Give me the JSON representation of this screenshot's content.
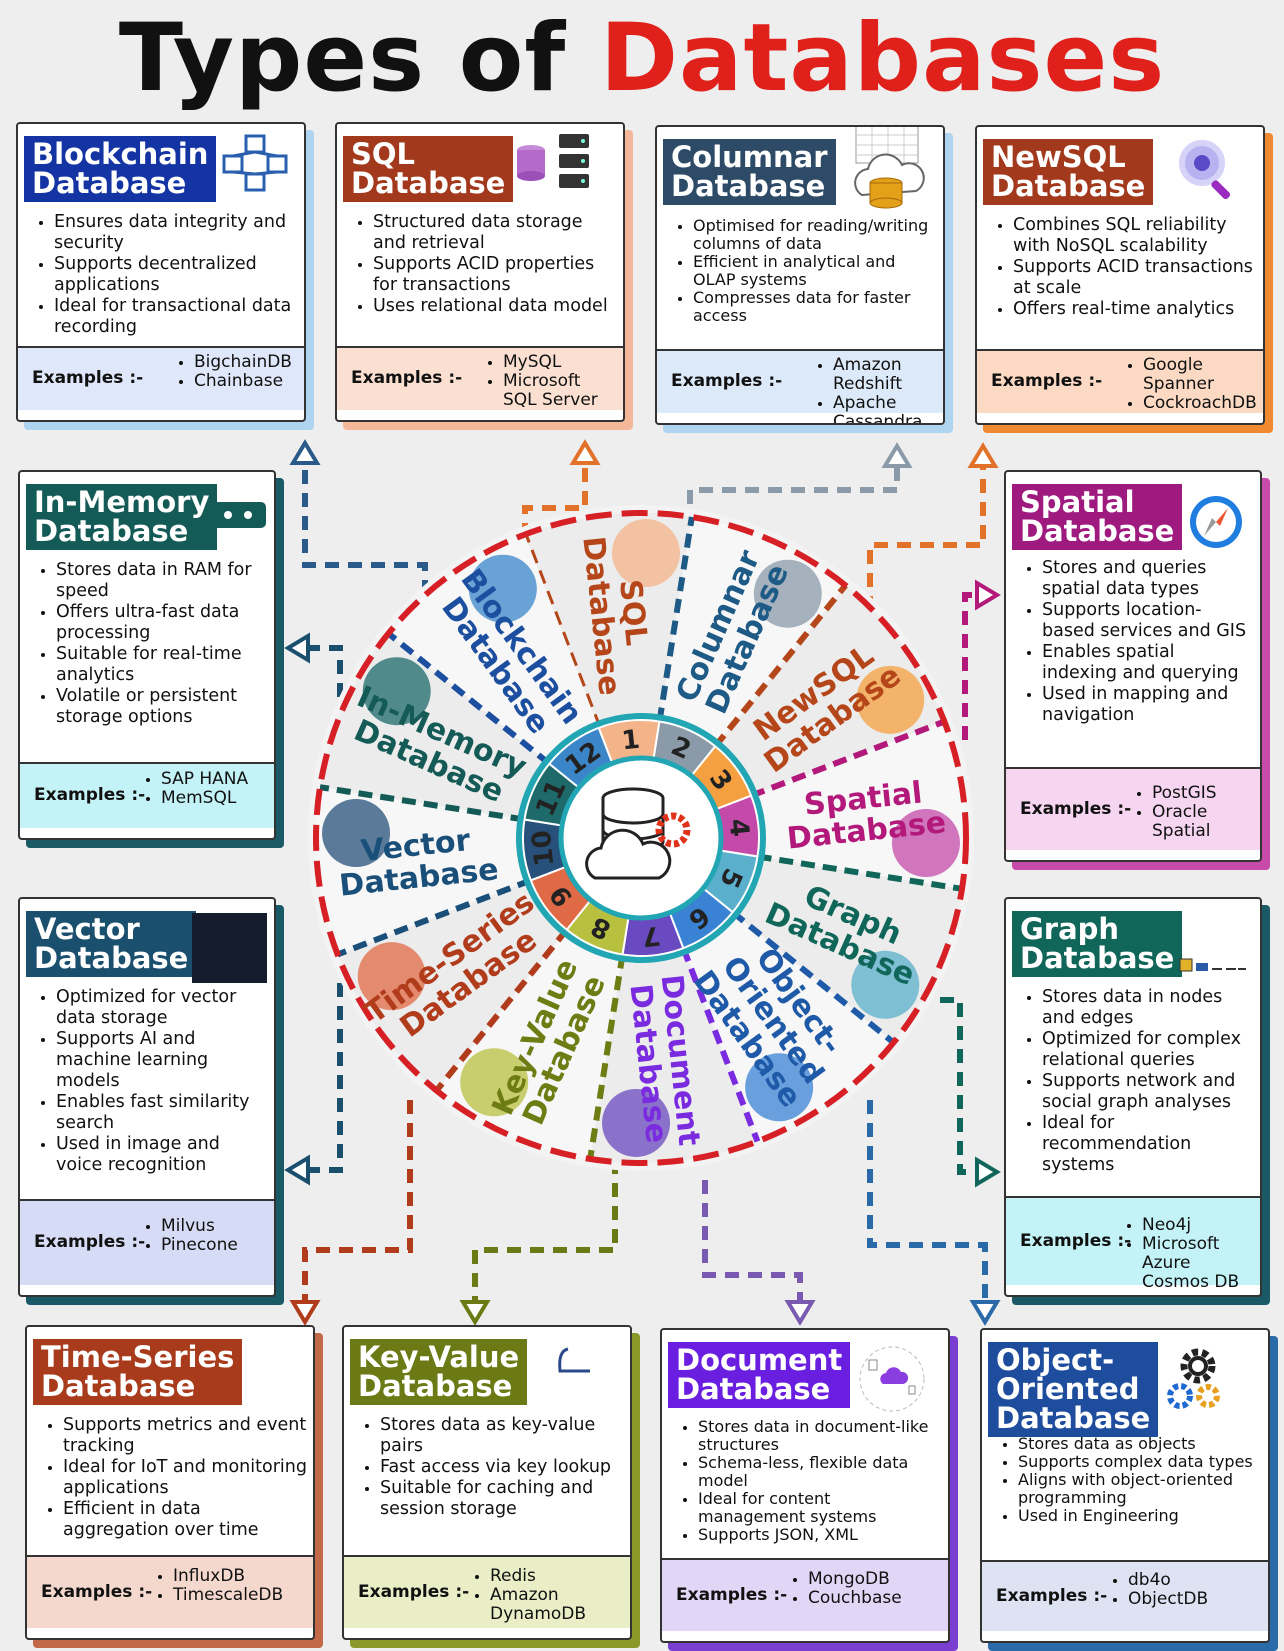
{
  "title": {
    "part1": "Types of",
    "part2": "Databases"
  },
  "examples_label": "Examples :-",
  "center_icon": "database-cloud-gear-icon",
  "colors": {
    "title_accent": "#e0201b",
    "ring": "#d62026",
    "inner_ring": "#22a6b3"
  },
  "wheel": [
    {
      "num": "1",
      "label1": "SQL",
      "label2": "Database",
      "color": "#b5461a"
    },
    {
      "num": "2",
      "label1": "Columnar",
      "label2": "Database",
      "color": "#1e5a86"
    },
    {
      "num": "3",
      "label1": "NewSQL",
      "label2": "Database",
      "color": "#b5461a"
    },
    {
      "num": "4",
      "label1": "Spatial",
      "label2": "Database",
      "color": "#b3197a"
    },
    {
      "num": "5",
      "label1": "Graph",
      "label2": "Database",
      "color": "#11665a"
    },
    {
      "num": "6",
      "label1": "Object-",
      "label2": "Oriented",
      "label3": "Database",
      "color": "#1f5aa8"
    },
    {
      "num": "7",
      "label1": "Document",
      "label2": "Database",
      "color": "#7a2be0"
    },
    {
      "num": "8",
      "label1": "Key-Value",
      "label2": "Database",
      "color": "#6e7c14"
    },
    {
      "num": "9",
      "label1": "Time-Series",
      "label2": "Database",
      "color": "#b13c1c"
    },
    {
      "num": "10",
      "label1": "Vector",
      "label2": "Database",
      "color": "#1a4f7a"
    },
    {
      "num": "11",
      "label1": "In-Memory",
      "label2": "Database",
      "color": "#145a56"
    },
    {
      "num": "12",
      "label1": "Blockchain",
      "label2": "Database",
      "color": "#1d4fa0"
    }
  ],
  "cards": {
    "blockchain": {
      "title": "Blockchain\nDatabase",
      "icon": "blockchain-cubes-icon",
      "color": "#1434a4",
      "points": [
        "Ensures data integrity and security",
        "Supports decentralized applications",
        "Ideal for transactional data recording"
      ],
      "examples": [
        "BigchainDB",
        "Chainbase"
      ]
    },
    "sql": {
      "title": "SQL\nDatabase",
      "icon": "server-database-icon",
      "color": "#a3391c",
      "points": [
        "Structured data storage and retrieval",
        "Supports ACID properties for transactions",
        "Uses relational data model"
      ],
      "examples": [
        "MySQL",
        "Microsoft SQL Server"
      ]
    },
    "columnar": {
      "title": "Columnar\nDatabase",
      "icon": "columns-cloud-icon",
      "color": "#2d4a66",
      "points": [
        "Optimised for reading/writing columns of data",
        "Efficient in analytical and OLAP systems",
        "Compresses data for faster access"
      ],
      "examples": [
        "Amazon Redshift",
        "Apache Cassandra"
      ]
    },
    "newsql": {
      "title": "NewSQL\nDatabase",
      "icon": "magnifier-icon",
      "color": "#a3391c",
      "points": [
        "Combines SQL reliability with NoSQL scalability",
        "Supports ACID transactions at scale",
        "Offers real-time analytics"
      ],
      "examples": [
        "Google Spanner",
        "CockroachDB"
      ]
    },
    "inmemory": {
      "title": "In-Memory\nDatabase",
      "icon": "ram-module-icon",
      "color": "#145a56",
      "points": [
        "Stores data in RAM for speed",
        "Offers ultra-fast data processing",
        "Suitable for real-time analytics",
        "Volatile or persistent storage options"
      ],
      "examples": [
        "SAP HANA",
        "MemSQL"
      ]
    },
    "spatial": {
      "title": "Spatial\nDatabase",
      "icon": "compass-icon",
      "color": "#9e1a7e",
      "points": [
        "Stores and queries spatial data types",
        "Supports location-based services and GIS",
        "Enables spatial indexing and querying",
        "Used in mapping and navigation"
      ],
      "examples": [
        "PostGIS",
        "Oracle Spatial"
      ]
    },
    "vector": {
      "title": "Vector\nDatabase",
      "icon": "vector-square-icon",
      "color": "#1a4f6e",
      "points": [
        "Optimized for vector data storage",
        "Supports AI and machine learning models",
        "Enables fast similarity search",
        "Used in image and voice recognition"
      ],
      "examples": [
        "Milvus",
        "Pinecone"
      ]
    },
    "graph": {
      "title": "Graph\nDatabase",
      "icon": "graph-bars-icon",
      "color": "#11665a",
      "points": [
        "Stores data in nodes and edges",
        "Optimized for complex relational queries",
        "Supports network and social graph analyses",
        "Ideal for recommendation systems"
      ],
      "examples": [
        "Neo4j",
        "Microsoft Azure Cosmos DB"
      ]
    },
    "timeseries": {
      "title": "Time-Series\nDatabase",
      "icon": "",
      "color": "#a83b1c",
      "points": [
        "Supports metrics and event tracking",
        "Ideal for IoT and monitoring applications",
        "Efficient in data aggregation over time"
      ],
      "examples": [
        "InfluxDB",
        "TimescaleDB"
      ]
    },
    "keyvalue": {
      "title": "Key-Value\nDatabase",
      "icon": "key-bracket-icon",
      "color": "#6b7a14",
      "points": [
        "Stores data as key-value pairs",
        "Fast access via key lookup",
        "Suitable for caching and session storage"
      ],
      "examples": [
        "Redis",
        "Amazon DynamoDB"
      ]
    },
    "document": {
      "title": "Document\nDatabase",
      "icon": "document-cloud-icon",
      "color": "#6a1fe0",
      "points": [
        "Stores data in document-like structures",
        "Schema-less, flexible data model",
        "Ideal for content management systems",
        "Supports JSON, XML"
      ],
      "examples": [
        "MongoDB",
        "Couchbase"
      ]
    },
    "objoriented": {
      "title": "Object-\nOriented\nDatabase",
      "icon": "gears-icon",
      "color": "#1f4d9e",
      "points": [
        "Stores data as objects",
        "Supports complex data types",
        "Aligns with object-oriented programming",
        "Used in Engineering"
      ],
      "examples": [
        "db4o",
        "ObjectDB"
      ]
    }
  }
}
